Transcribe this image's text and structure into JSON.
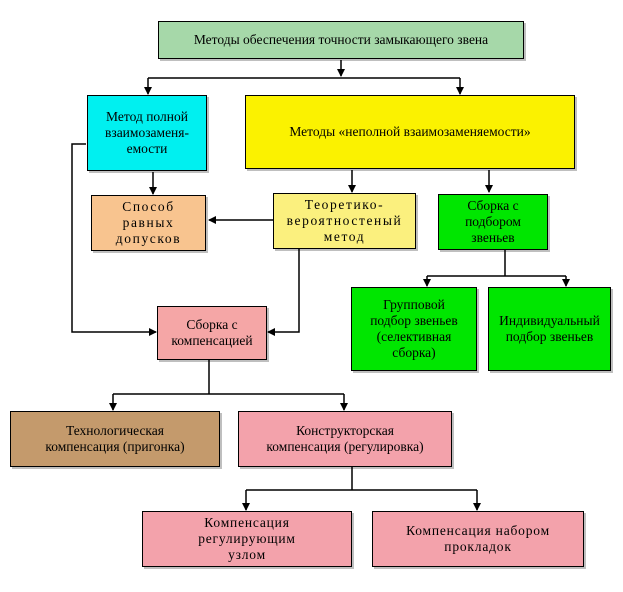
{
  "diagram": {
    "colors": {
      "root": "#a6d8a9",
      "full": "#00f0f0",
      "partial": "#fbf200",
      "equal_tolerance": "#f8c48f",
      "probabilistic": "#fbf07e",
      "selective": "#00e600",
      "compensation": "#f5a6a6",
      "technological": "#c49a6c",
      "design": "#f3a2ab"
    },
    "nodes": {
      "root": "Методы обеспечения точности замыкающего звена",
      "full": "Метод полной\nвзаимозаменя-\nемости",
      "partial": "Методы «неполной взаимозаменяемости»",
      "equal_tolerance": "Способ\nравных\nдопусков",
      "probabilistic": "Теоретико-\nвероятностеный\nметод",
      "selective_assembly": "Сборка с\nподбором\nзвеньев",
      "group_selection": "Групповой\nподбор звеньев\n(селективная\nсборка)",
      "individual_selection": "Индивидуальный\nподбор звеньев",
      "compensation_assembly": "Сборка с\nкомпенсацией",
      "technological_compensation": "Технологическая\nкомпенсация (пригонка)",
      "design_compensation": "Конструкторская\nкомпенсация (регулировка)",
      "regulating_unit": "Компенсация\nрегулирующим\nузлом",
      "shim_set": "Компенсация набором\nпрокладок"
    }
  }
}
